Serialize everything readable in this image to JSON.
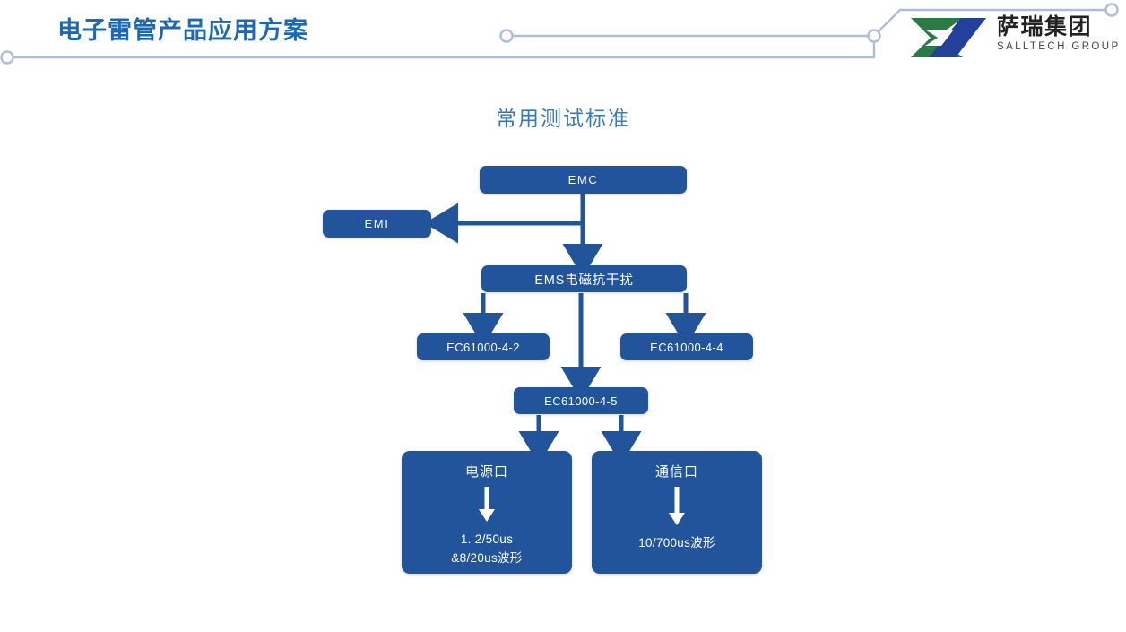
{
  "header": {
    "title": "电子雷管产品应用方案",
    "title_color": "#1B68B3",
    "deco_line_color": "#AEBBDC",
    "deco_node_icon": "circle-node-icon"
  },
  "logo": {
    "mark_icon": "salltech-sz-mark-icon",
    "mark_green": "#2A7A43",
    "mark_blue": "#23409A",
    "chinese_name": "萨瑞集团",
    "english_name": "SALLTECH GROUP"
  },
  "section": {
    "heading": "常用测试标准",
    "heading_color": "#2E6FB7"
  },
  "diagram": {
    "type": "flowchart",
    "node_fill": "#21549B",
    "connector_color": "#21549B",
    "nodes": [
      {
        "id": "emc",
        "label": "EMC"
      },
      {
        "id": "emi",
        "label": "EMI"
      },
      {
        "id": "ems",
        "label": "EMS电磁抗干扰"
      },
      {
        "id": "ec442",
        "label": "EC61000-4-2"
      },
      {
        "id": "ec444",
        "label": "EC61000-4-4"
      },
      {
        "id": "ec445",
        "label": "EC61000-4-5"
      },
      {
        "id": "power_port",
        "title": "电源口",
        "inner_arrow_icon": "down-arrow-icon",
        "sub_line1": "1. 2/50us",
        "sub_line2": "&8/20us波形"
      },
      {
        "id": "comm_port",
        "title": "通信口",
        "inner_arrow_icon": "down-arrow-icon",
        "sub_line1": "10/700us波形",
        "sub_line2": ""
      }
    ],
    "edges": [
      {
        "from": "emc",
        "to": "emi",
        "icon": "left-arrow-icon"
      },
      {
        "from": "emc",
        "to": "ems",
        "icon": "down-arrow-icon"
      },
      {
        "from": "ems",
        "to": "ec442",
        "icon": "down-arrow-icon"
      },
      {
        "from": "ems",
        "to": "ec444",
        "icon": "down-arrow-icon"
      },
      {
        "from": "ems",
        "to": "ec445",
        "icon": "down-arrow-icon"
      },
      {
        "from": "ec445",
        "to": "power_port",
        "icon": "down-arrow-icon"
      },
      {
        "from": "ec445",
        "to": "comm_port",
        "icon": "down-arrow-icon"
      }
    ]
  }
}
